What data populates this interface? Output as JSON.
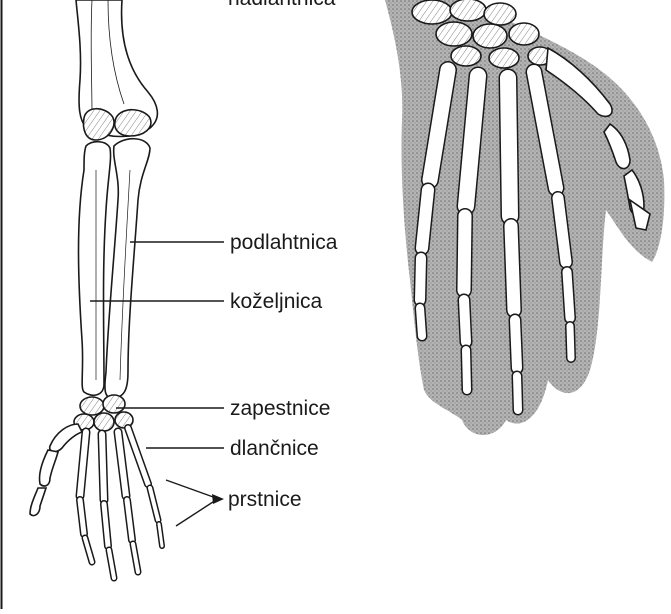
{
  "labels": {
    "top_clipped": "nadlahtnica",
    "podlahtnica": "podlahtnica",
    "koseljnica": "koželjnica",
    "zapestnice": "zapestnice",
    "dlancnice": "dlančnice",
    "prstnice": "prstnice"
  },
  "colors": {
    "ink": "#1a1a1a",
    "bone": "#ffffff",
    "shadow": "#9a9a9a"
  }
}
